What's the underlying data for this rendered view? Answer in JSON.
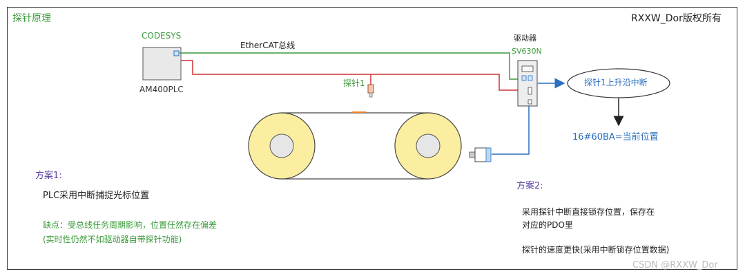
{
  "header": {
    "title": "探针原理",
    "copyright": "RXXW_Dor版权所有"
  },
  "plc": {
    "brand": "CODESYS",
    "model": "AM400PLC"
  },
  "bus": {
    "label": "EtherCAT总线"
  },
  "drive": {
    "title": "驱动器",
    "model": "SV630N"
  },
  "probe": {
    "label": "探针1"
  },
  "event": {
    "label": "探针1上升沿中断",
    "result": "16#60BA=当前位置"
  },
  "scheme1": {
    "title": "方案1:",
    "desc": "PLC采用中断捕捉光标位置",
    "drawback_line1": "缺点：受总线任务周期影响，位置任然存在偏差",
    "drawback_line2": "(实时性仍然不如驱动器自带探针功能)"
  },
  "scheme2": {
    "title": "方案2:",
    "desc_line1": "采用探针中断直接锁存位置，保存在",
    "desc_line2": "对应的PDO里",
    "note": "探针的速度更快(采用中断锁存位置数据)"
  },
  "watermark": "CSDN @RXXW_Dor",
  "colors": {
    "green": "#3a9a3a",
    "red": "#d03030",
    "blue": "#2a6fc0",
    "purple": "#5b3fa0",
    "wheel_outer": "#fbeea0",
    "wheel_inner": "#e6e6e6"
  }
}
